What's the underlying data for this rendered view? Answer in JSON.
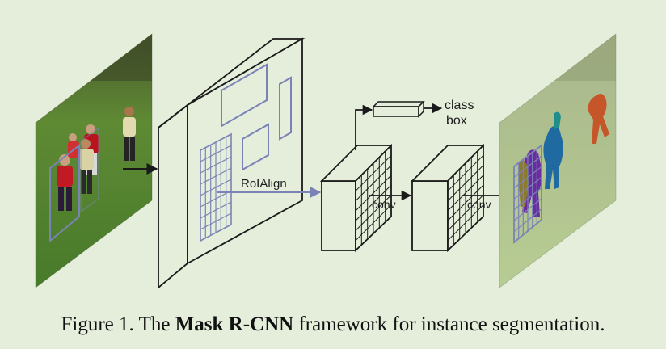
{
  "diagram": {
    "labels": {
      "roi_align": "RoIAlign",
      "conv_1": "conv",
      "conv_2": "conv",
      "class": "class",
      "box": "box"
    }
  },
  "caption": {
    "prefix": "Figure 1. The ",
    "bold": "Mask R-CNN",
    "suffix": " framework for instance segmentation."
  },
  "colors": {
    "background": "#e4eedb",
    "roi_blue": "#7b83b6",
    "line": "#1a1a1a",
    "mask_purple": "#6a2ca0",
    "mask_blue": "#1f6aa0",
    "mask_teal": "#1e8f8a",
    "mask_orange": "#c4562a"
  }
}
